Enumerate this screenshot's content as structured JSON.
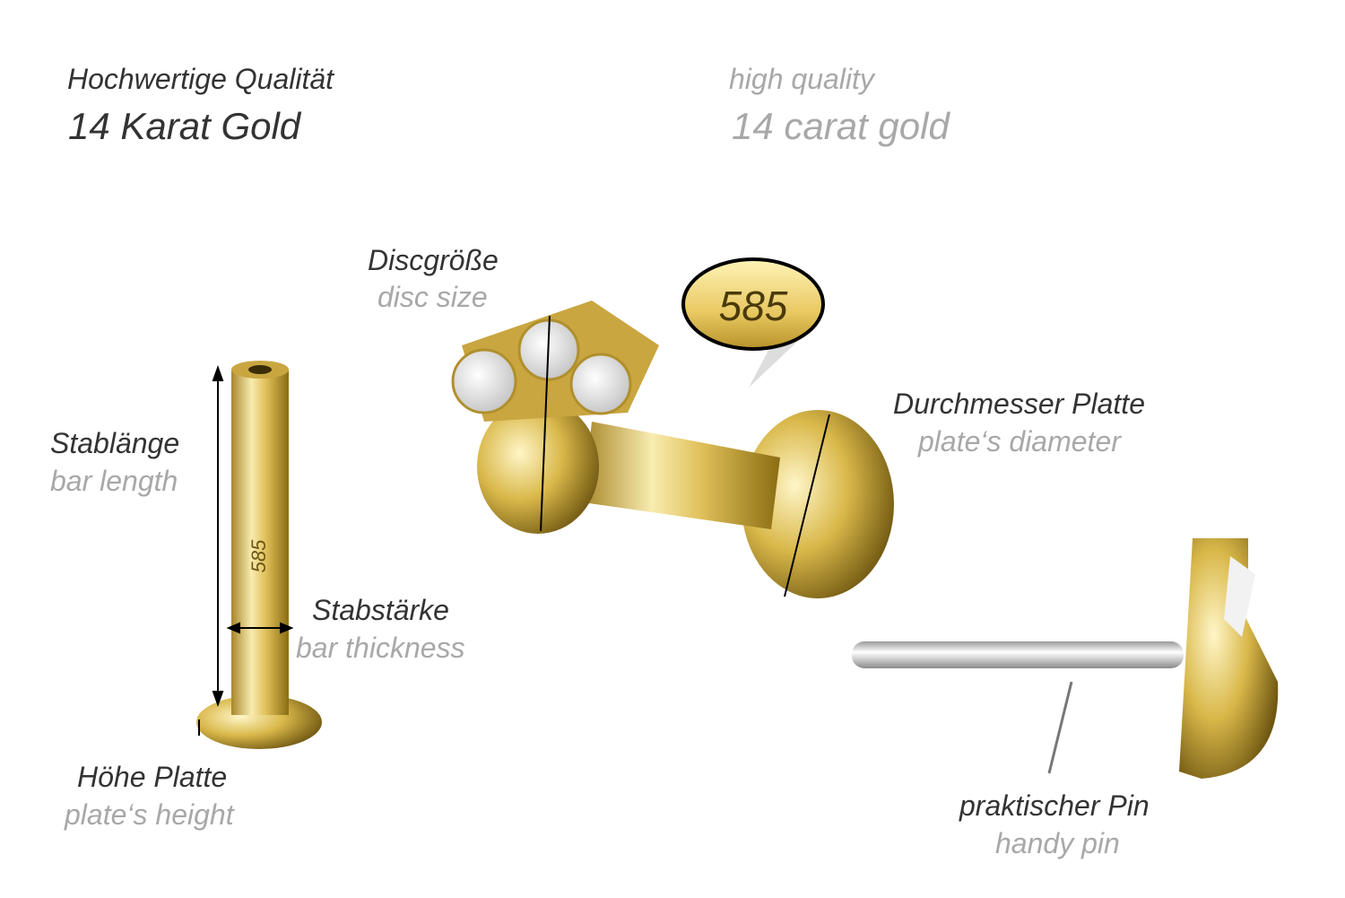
{
  "header": {
    "de_line1": "Hochwertige Qualität",
    "de_line2": "14 Karat Gold",
    "en_line1": "high quality",
    "en_line2": "14 carat gold"
  },
  "stamp": "585",
  "bar_stamp": "585",
  "labels": {
    "disc_size": {
      "de": "Discgröße",
      "en": "disc size"
    },
    "bar_length": {
      "de": "Stablänge",
      "en": "bar length"
    },
    "plate_diameter": {
      "de": "Durchmesser Platte",
      "en": "plate‘s diameter"
    },
    "bar_thickness": {
      "de": "Stabstärke",
      "en": "bar thickness"
    },
    "plate_height": {
      "de": "Höhe Platte",
      "en": "plate‘s height"
    },
    "handy_pin": {
      "de": "praktischer Pin",
      "en": "handy pin"
    }
  },
  "colors": {
    "gold": "#e2c25a",
    "gold_dark": "#8a6d12",
    "silver": "#cfcfcf"
  }
}
